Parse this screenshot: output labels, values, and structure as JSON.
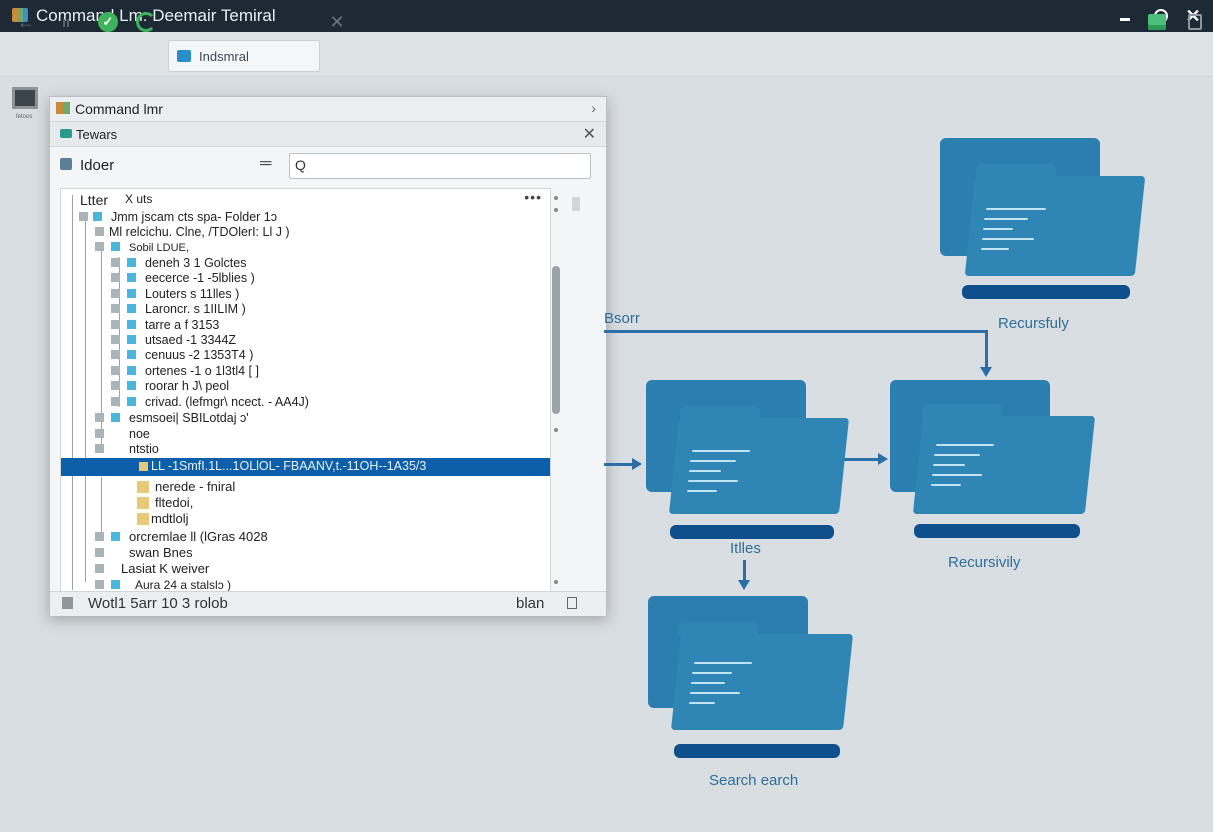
{
  "window": {
    "title": "Command Lm: Deemair Temiral"
  },
  "toolbar": {
    "tab_label": "Indsmral"
  },
  "desktop": {
    "icon_label": "fetoos"
  },
  "explorer": {
    "title": "Command lmr",
    "tab": "Tewars",
    "path": "Idoer",
    "search_placeholder": "",
    "search_icon": "Q",
    "tree_header": [
      "Ltter",
      "X uts"
    ],
    "rows": [
      "Jmm jscam cts spa-  Folder 1ɔ",
      "Ml relcichu. Clne, /TDOlerI: Ll J )",
      "Sobil LDUE,",
      "deneh 3  1  Golctes",
      "eecerce  -1 -5lblies  )",
      "Louters  s   11lles  )",
      "Laroncr.  s   1IILIM  )",
      "tarre a  f 3153",
      "utsaed  -1  3344Z",
      "cenuus  -2  1353T4  )",
      "ortenes  -1 o  1l3tl4 [  ]",
      "roorar  h  J\\  peol",
      "crivad.  (lefmgr\\ ncect.  -  AA4J)",
      "esmsoei| SBILotdaj ɔ'",
      "noe",
      "ntstio",
      "LL -1SmfI.1L...1OLlOL-  FBAANV,t.-11OH--1A35/3",
      "nerede  -  fniral",
      "fltedoi,",
      "mdtlolj",
      "orcremlae  ll (lGras 4028",
      "swan  Bnes",
      "Lasiat  K  weiver",
      "Aura  24 a   stalslɔ )"
    ],
    "status_left": "Wotl1 5arr 10 3 rolob",
    "status_right": "blan"
  },
  "diagram": {
    "labels": [
      "Bsorr",
      "Recursfuly",
      "Itlles",
      "Recursivily",
      "Search earch"
    ]
  },
  "colors": {
    "accent": "#2b7fb0",
    "selection": "#0c5fa8",
    "titlebar": "#1d2a35"
  }
}
